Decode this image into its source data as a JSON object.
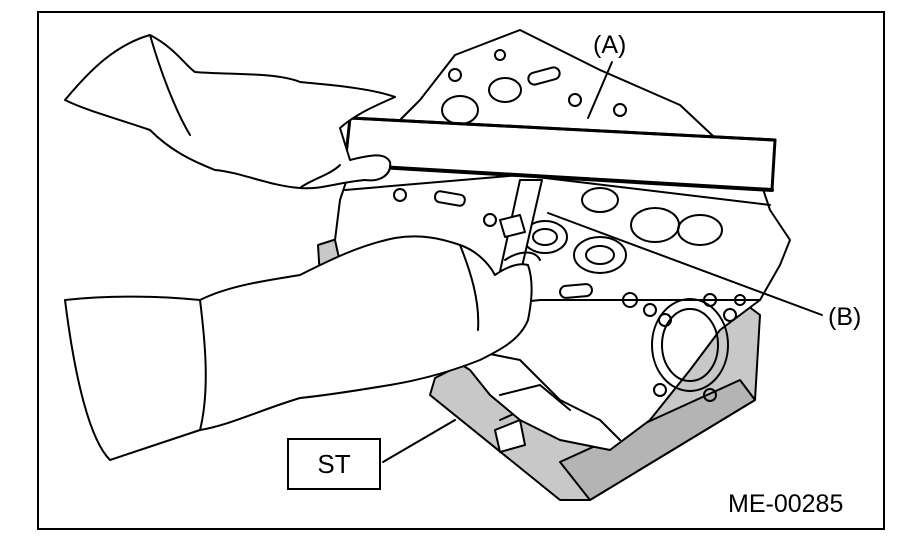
{
  "figure": {
    "callouts": {
      "a": "(A)",
      "b": "(B)",
      "st": "ST"
    },
    "figure_id": "ME-00285",
    "colors": {
      "line": "#000000",
      "tool_fill": "#c8c8c8",
      "background": "#ffffff"
    },
    "icons": [
      "straight-edge-icon",
      "feeler-gauge-icon",
      "cylinder-head-icon",
      "stand-icon",
      "hand-icon"
    ]
  }
}
